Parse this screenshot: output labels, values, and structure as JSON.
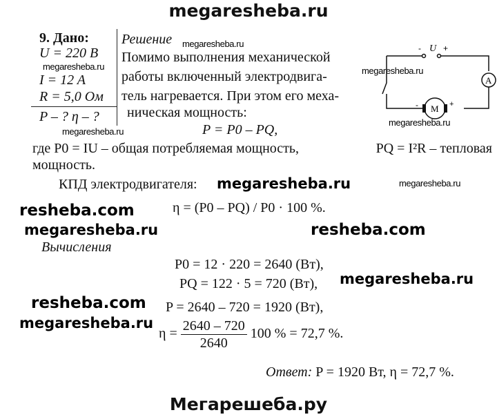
{
  "watermarks": {
    "header": "megaresheba.ru",
    "footer": "Мегарешеба.ру",
    "site": "megaresheba.ru",
    "alt_site": "resheba.com"
  },
  "given": {
    "heading": "9. Дано:",
    "items": [
      "U = 220 В",
      "I = 12 A",
      "R = 5,0 Ом"
    ],
    "find": "P – ? η – ?"
  },
  "solution": {
    "heading": "Решение",
    "lines": [
      "Помимо выполнения механической",
      "работы включенный электродвига-",
      "тель нагревается. При этом его меха-",
      "ническая мощность:"
    ],
    "formula_power": "P = P0 – PQ,",
    "where_line_a": "где P0 = IU – общая потребляемая мощность,",
    "where_line_b": "PQ = I²R – тепловая",
    "where_line_c": "мощность.",
    "efficiency_label": "КПД электродвигателя:",
    "efficiency_formula": "η = (P0 – PQ) / P0 · 100 %."
  },
  "calculations": {
    "heading": "Вычисления",
    "p0": "P0 = 12 · 220 = 2640 (Вт),",
    "pq": "PQ = 122 · 5 = 720 (Вт),",
    "p": "P = 2640 – 720 = 1920 (Вт),",
    "eta_numerator": "2640 – 720",
    "eta_denominator": "2640",
    "eta_tail": "100 % = 72,7 %."
  },
  "answer": {
    "label": "Ответ:",
    "text": "P = 1920 Вт, η = 72,7 %."
  },
  "diagram": {
    "voltage_label": "U",
    "minus": "-",
    "plus": "+",
    "ammeter": "A",
    "motor": "M"
  }
}
